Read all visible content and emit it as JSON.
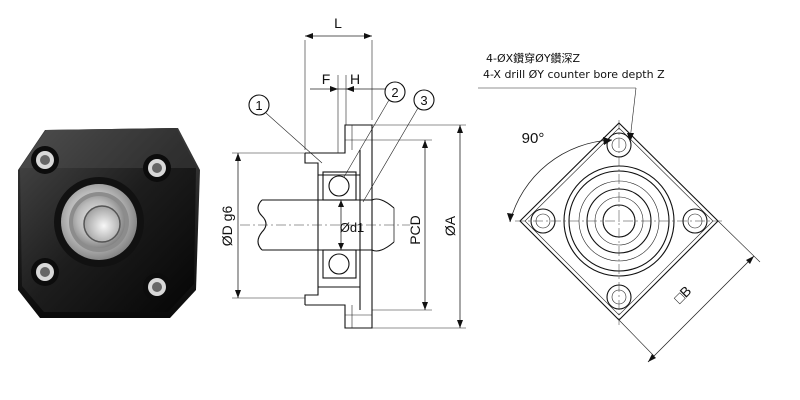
{
  "labels": {
    "L": "L",
    "F": "F",
    "H": "H",
    "balloon_1": "1",
    "balloon_2": "2",
    "balloon_3": "3",
    "od": "ØD g6",
    "d1": "Ød1",
    "pcd": "PCD",
    "oa": "ØA",
    "angle": "90°",
    "b": "□B"
  },
  "notes": {
    "line1": "4-ØX鑽穿ØY鑽深Z",
    "line2": "4-X drill ØY counter bore depth Z"
  },
  "colors": {
    "ink": "#111111",
    "metal_dark": "#2a2a2a",
    "bearing_silver": "#c8c8c8"
  }
}
